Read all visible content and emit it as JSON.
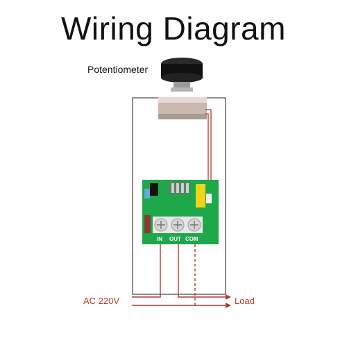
{
  "title": "Wiring Diagram",
  "potentiometer_label": "Potentiometer",
  "terminals": {
    "in": "IN",
    "out": "OUT",
    "com": "COM"
  },
  "supply_label": "AC 220V",
  "load_label": "Load",
  "colors": {
    "wire": "#b03a2e",
    "pcb": "#1fa84a",
    "enclosure": "#444444",
    "knob": "#111111"
  }
}
